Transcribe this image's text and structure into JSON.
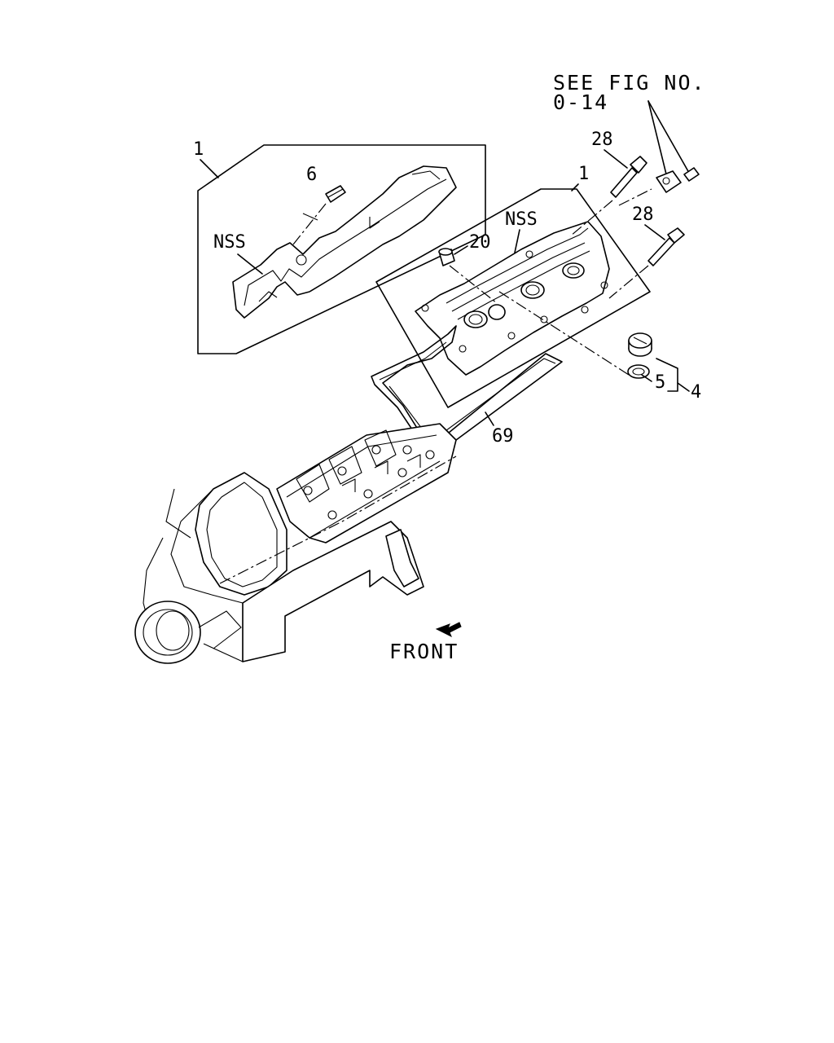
{
  "reference": {
    "line1": "SEE FIG NO.",
    "line2": "0-14"
  },
  "labels": {
    "left_cover_item": "1",
    "left_stud_item": "6",
    "left_nss": "NSS",
    "right_cover_item": "1",
    "right_nss": "NSS",
    "plug_item": "20",
    "bolt_upper_item": "28",
    "bolt_lower_item": "28",
    "seal_item": "5",
    "cap_assembly_item": "4",
    "gasket_item": "69"
  },
  "front_label": "FRONT"
}
